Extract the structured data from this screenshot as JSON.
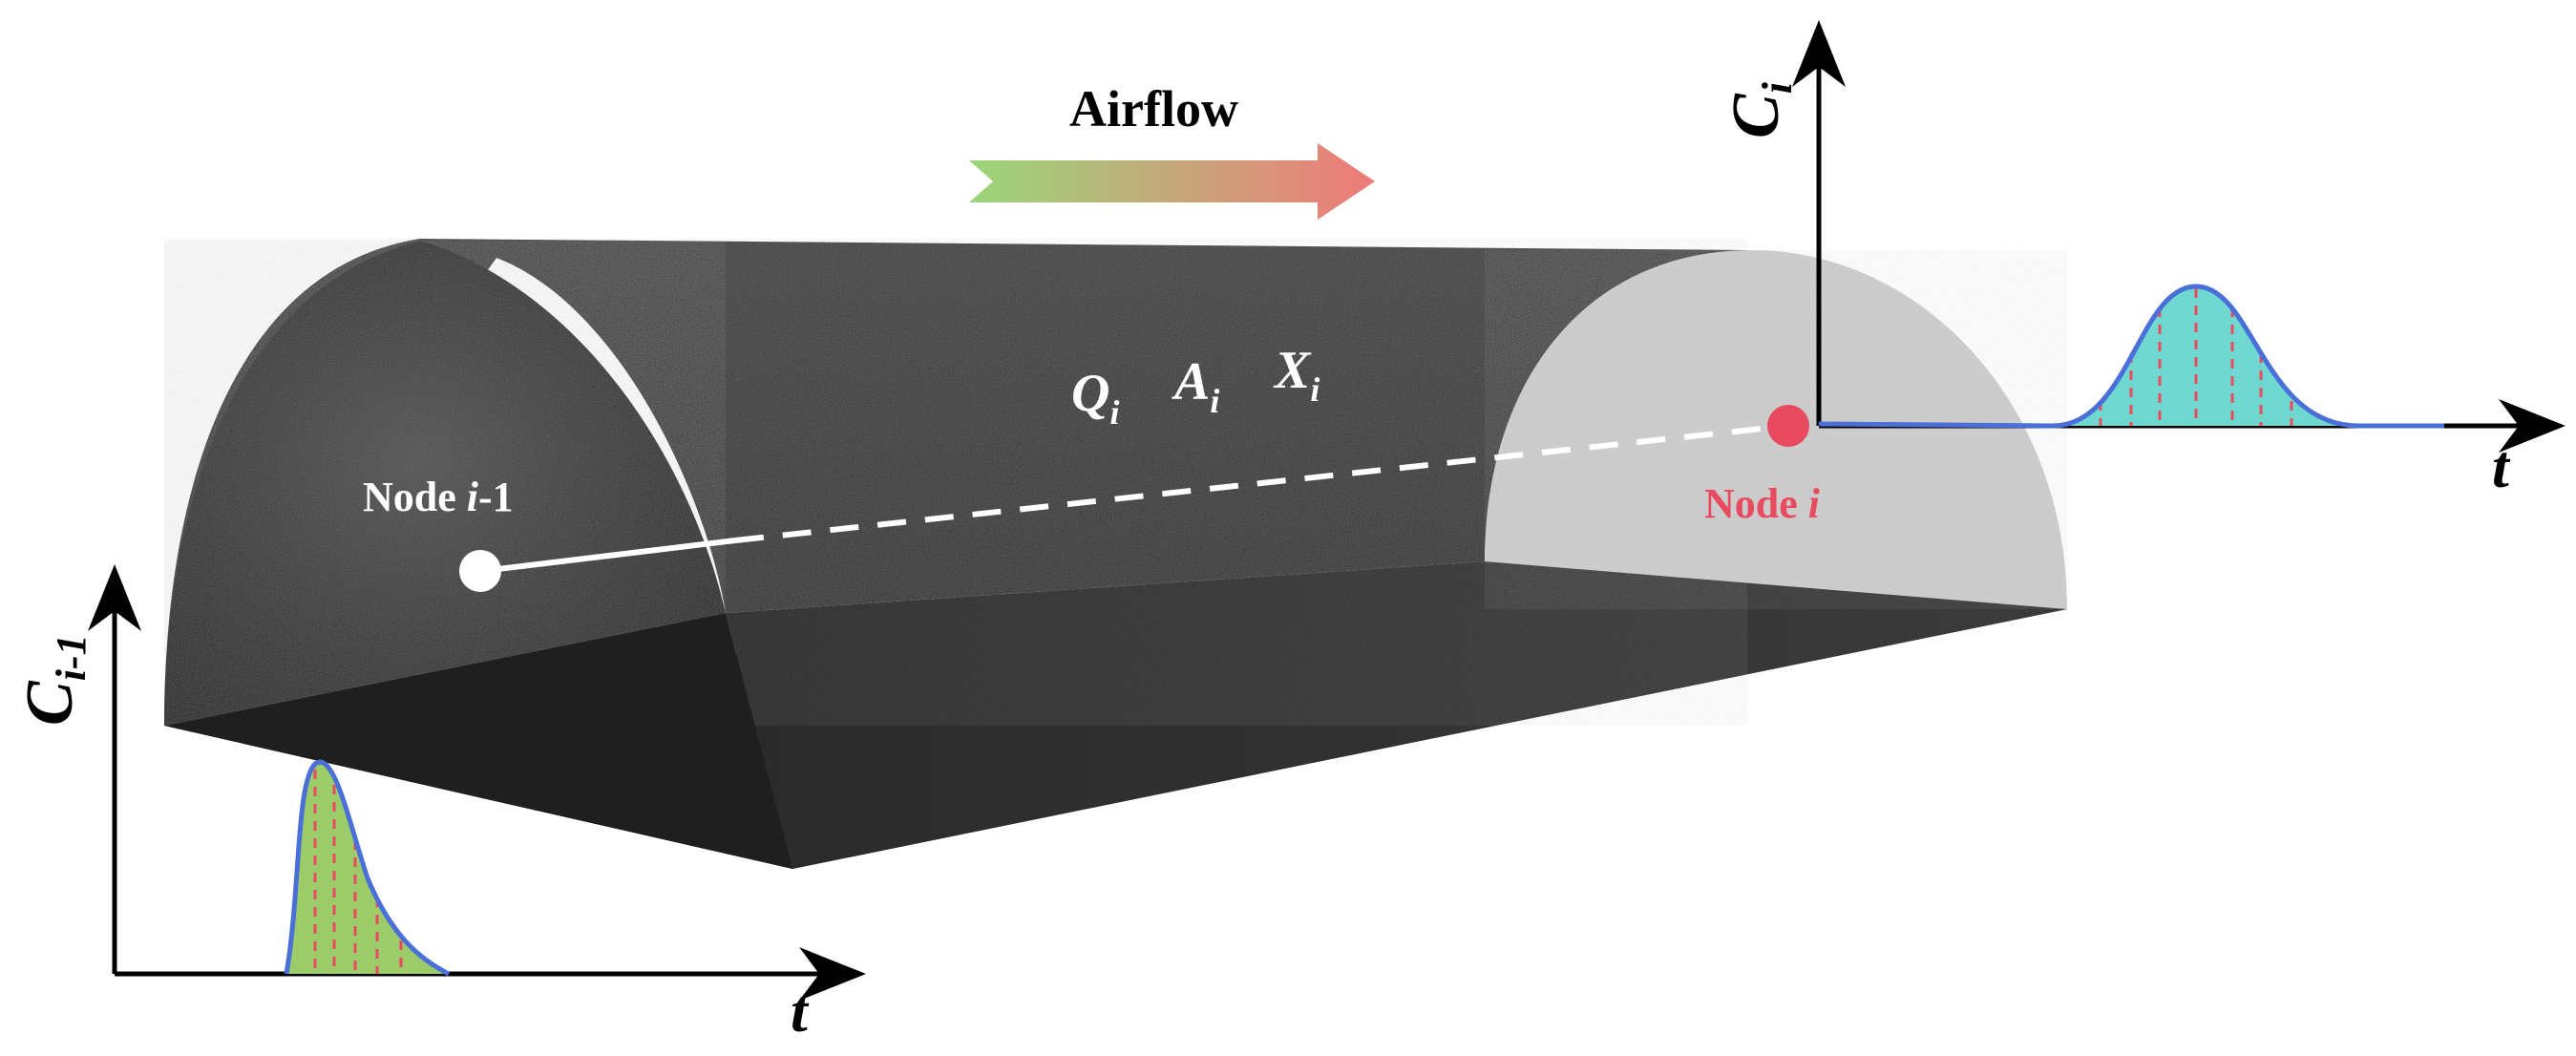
{
  "airflow_label": "Airflow",
  "tunnel_params": {
    "q": "Q",
    "a": "A",
    "x": "X",
    "subscript": "i"
  },
  "node_prev": {
    "prefix": "Node ",
    "index": "i",
    "suffix": "-1"
  },
  "node_curr": {
    "prefix": "Node ",
    "index": "i"
  },
  "axis_left": {
    "y_base": "C",
    "y_sub": "i-1",
    "x": "t"
  },
  "axis_right": {
    "y_base": "C",
    "y_sub": "i",
    "x": "t"
  },
  "colors": {
    "tunnel_dark": "#2e2e2e",
    "tunnel_face": "#c8c8c8",
    "node_curr": "#e84a5f",
    "node_prev": "#ffffff",
    "curve_line": "#4a6fd8",
    "fill_left": "#9ccc6a",
    "fill_right": "#6fd8d0",
    "hatch": "#e84a5f",
    "arrow_start": "#9ad67a",
    "arrow_end": "#f07a7a"
  }
}
